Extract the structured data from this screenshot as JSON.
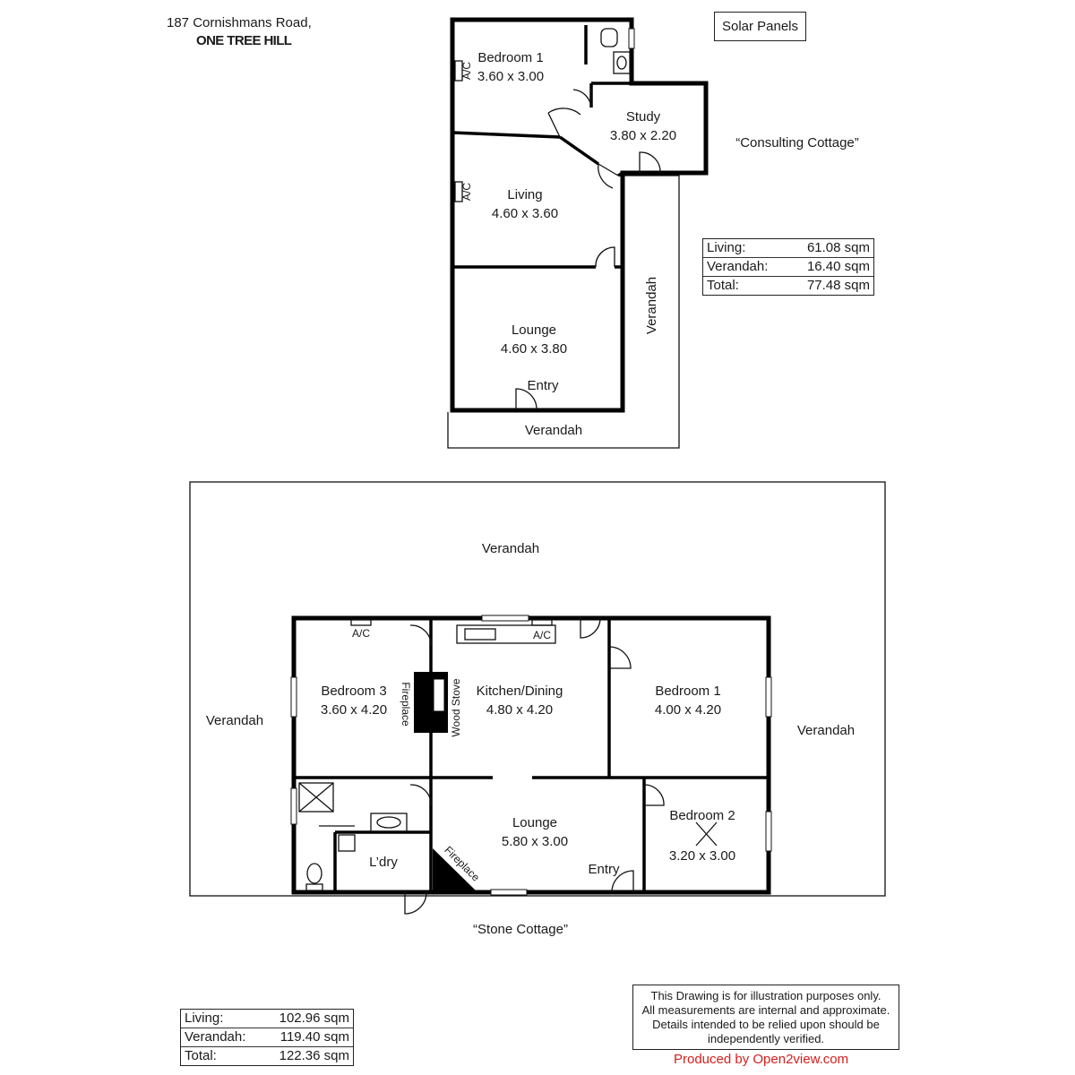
{
  "header": {
    "address_line1": "187 Cornishmans Road,",
    "address_line2": "ONE TREE HILL"
  },
  "solar_panels_label": "Solar Panels",
  "consulting_cottage": {
    "title": "“Consulting Cottage”",
    "rooms": {
      "bedroom1": {
        "name": "Bedroom 1",
        "size": "3.60 x 3.00"
      },
      "study": {
        "name": "Study",
        "size": "3.80 x 2.20"
      },
      "living": {
        "name": "Living",
        "size": "4.60 x 3.60"
      },
      "lounge": {
        "name": "Lounge",
        "size": "4.60 x 3.80"
      }
    },
    "labels": {
      "ac1": "A/C",
      "ac2": "A/C",
      "entry": "Entry",
      "verandah_side": "Verandah",
      "verandah_bottom": "Verandah"
    },
    "areas": [
      {
        "label": "Living:",
        "value": "61.08 sqm"
      },
      {
        "label": "Verandah:",
        "value": "16.40 sqm"
      },
      {
        "label": "Total:",
        "value": "77.48 sqm"
      }
    ]
  },
  "stone_cottage": {
    "title": "“Stone Cottage”",
    "rooms": {
      "bedroom3": {
        "name": "Bedroom 3",
        "size": "3.60 x 4.20"
      },
      "kitchen": {
        "name": "Kitchen/Dining",
        "size": "4.80 x 4.20"
      },
      "bedroom1": {
        "name": "Bedroom 1",
        "size": "4.00 x 4.20"
      },
      "lounge": {
        "name": "Lounge",
        "size": "5.80 x 3.00"
      },
      "bedroom2": {
        "name": "Bedroom 2",
        "size": "3.20 x 3.00"
      },
      "laundry": {
        "name": "L’dry"
      }
    },
    "labels": {
      "verandah_top": "Verandah",
      "verandah_left": "Verandah",
      "verandah_right": "Verandah",
      "ac1": "A/C",
      "ac2": "A/C",
      "fireplace1": "Fireplace",
      "wood_stove": "Wood Stove",
      "fireplace2": "Fireplace",
      "entry": "Entry"
    },
    "areas": [
      {
        "label": "Living:",
        "value": "102.96 sqm"
      },
      {
        "label": "Verandah:",
        "value": "119.40 sqm"
      },
      {
        "label": "Total:",
        "value": "122.36 sqm"
      }
    ]
  },
  "disclaimer": {
    "line1": "This Drawing is for illustration purposes only.",
    "line2": "All measurements are internal and  approximate.",
    "line3": "Details intended to be relied upon should be",
    "line4": "independently verified."
  },
  "produced_by": "Produced by Open2view.com"
}
